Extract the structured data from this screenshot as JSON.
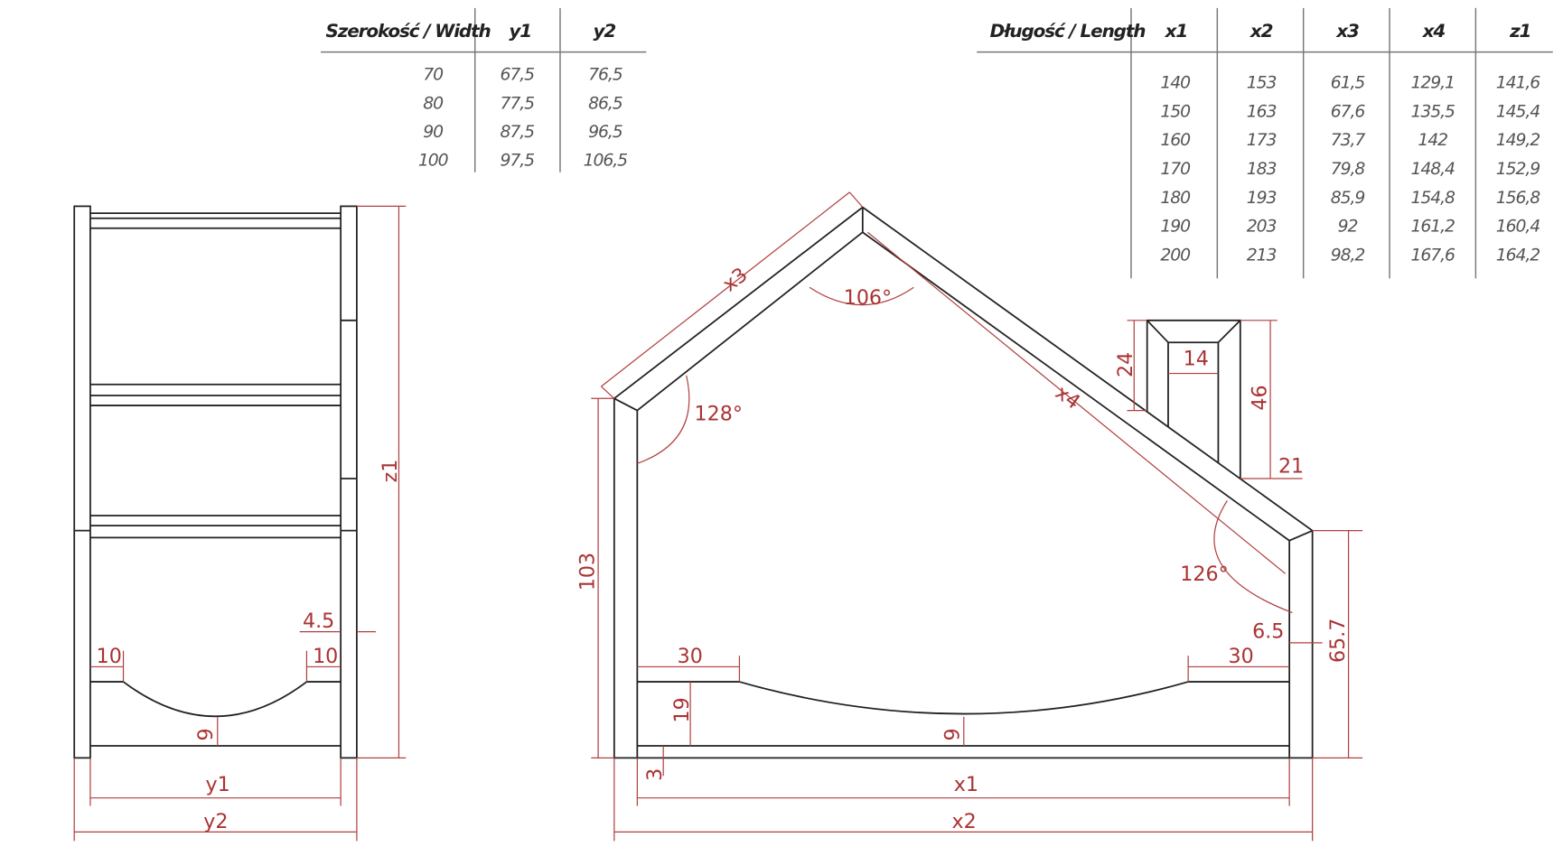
{
  "width_table": {
    "headers": [
      "Szerokość / Width",
      "y1",
      "y2"
    ],
    "rows": [
      [
        "70",
        "67,5",
        "76,5"
      ],
      [
        "80",
        "77,5",
        "86,5"
      ],
      [
        "90",
        "87,5",
        "96,5"
      ],
      [
        "100",
        "97,5",
        "106,5"
      ]
    ]
  },
  "length_table": {
    "headers": [
      "Długość / Length",
      "x1",
      "x2",
      "x3",
      "x4",
      "z1"
    ],
    "rows": [
      [
        "140",
        "153",
        "61,5",
        "129,1",
        "141,6"
      ],
      [
        "150",
        "163",
        "67,6",
        "135,5",
        "145,4"
      ],
      [
        "160",
        "173",
        "73,7",
        "142",
        "149,2"
      ],
      [
        "170",
        "183",
        "79,8",
        "148,4",
        "152,9"
      ],
      [
        "180",
        "193",
        "85,9",
        "154,8",
        "156,8"
      ],
      [
        "190",
        "203",
        "92",
        "161,2",
        "160,4"
      ],
      [
        "200",
        "213",
        "98,2",
        "167,6",
        "164,2"
      ]
    ]
  },
  "front_view": {
    "z1": "z1",
    "y1": "y1",
    "y2": "y2",
    "left10": "10",
    "right10": "10",
    "gap": "4.5",
    "depth": "9"
  },
  "side_view": {
    "x3": "x3",
    "x4": "x4",
    "apex_angle": "106°",
    "left_angle": "128°",
    "right_angle": "126°",
    "chim_h": "24",
    "chim_w": "14",
    "chim_total": "46",
    "chim_off": "21",
    "offset": "6.5",
    "post_h": "65.7",
    "left30": "30",
    "right30": "30",
    "board": "19",
    "depth": "9",
    "floor": "3",
    "wall": "103",
    "x1": "x1",
    "x2": "x2"
  },
  "colors": {
    "line": "#222222",
    "dimension": "#b04040"
  }
}
